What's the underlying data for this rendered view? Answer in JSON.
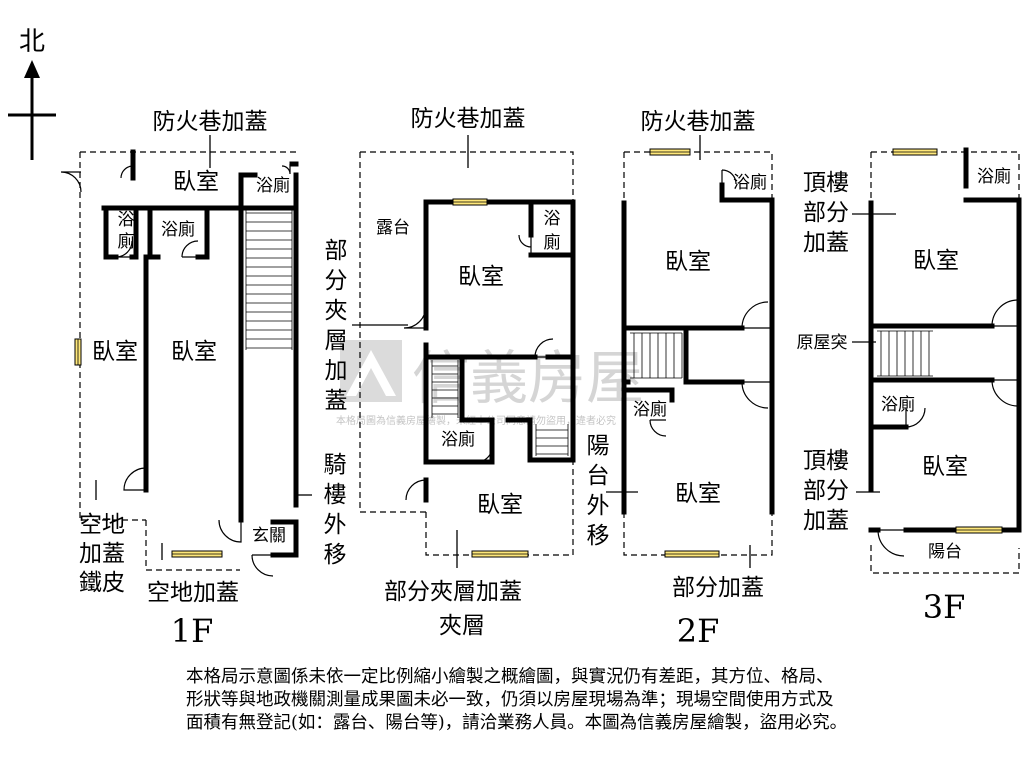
{
  "compass": {
    "north_label": "北"
  },
  "floors": {
    "f1": {
      "title": "1F",
      "labels": {
        "top_note": "防火巷加蓋",
        "bedroom_top": "臥室",
        "bath_right": "浴廁",
        "bath_small_1": "浴",
        "bath_small_2": "廁",
        "bath_mid": "浴廁",
        "bedroom_left": "臥室",
        "bedroom_main": "臥室",
        "entrance": "玄關",
        "left_note": [
          "空地",
          "加蓋",
          "鐵皮"
        ],
        "bottom_note": "空地加蓋",
        "arcade_note": [
          "騎",
          "樓",
          "外",
          "移"
        ]
      }
    },
    "mezz": {
      "title": "夾層",
      "labels": {
        "top_note": "防火巷加蓋",
        "terrace": "露台",
        "bath_right_1": "浴",
        "bath_right_2": "廁",
        "bedroom_top": "臥室",
        "side_note": [
          "部",
          "分",
          "夾",
          "層",
          "加",
          "蓋"
        ],
        "bath_mid": "浴廁",
        "bedroom_bottom": "臥室",
        "bottom_note": "部分夾層加蓋"
      }
    },
    "f2": {
      "title": "2F",
      "labels": {
        "top_note": "防火巷加蓋",
        "bath_top": "浴廁",
        "bedroom_top": "臥室",
        "bath_mid": "浴廁",
        "balcony_note": [
          "陽",
          "台",
          "外",
          "移"
        ],
        "bedroom_bottom": "臥室",
        "bottom_note": "部分加蓋"
      }
    },
    "f3": {
      "title": "3F",
      "labels": {
        "bath_top": "浴廁",
        "roof_note_top": [
          "頂樓",
          "部分",
          "加蓋"
        ],
        "bedroom_top": "臥室",
        "original_protrusion": "原屋突",
        "bath_mid": "浴廁",
        "roof_note_bottom": [
          "頂樓",
          "部分",
          "加蓋"
        ],
        "bedroom_bottom": "臥室",
        "balcony": "陽台"
      }
    }
  },
  "watermark": {
    "brand": "信義房屋",
    "note": "本格局圖為信義房屋繪製，未經本公司同意請勿盜用，違者必究"
  },
  "disclaimer": [
    "本格局示意圖係未依一定比例縮小繪製之概繪圖，與實況仍有差距，其方位、格局、",
    "形狀等與地政機關測量成果圖未必一致，仍須以房屋現場為準；現場空間使用方式及",
    "面積有無登記(如：露台、陽台等)，請洽業務人員。本圖為信義房屋繪製，盜用必究。"
  ],
  "colors": {
    "window_fill": "#ffe87a",
    "wall": "#000000",
    "watermark": "#c8c8c8"
  }
}
